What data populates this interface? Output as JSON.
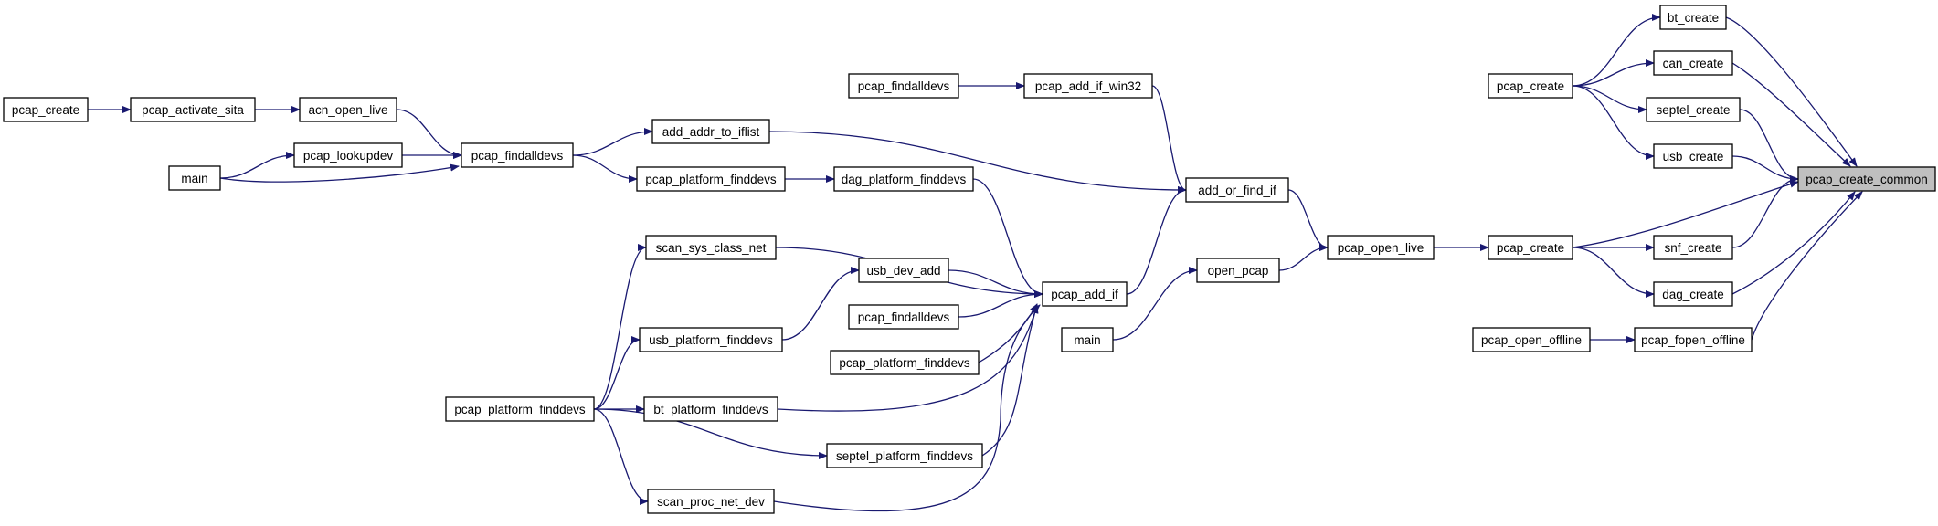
{
  "colors": {
    "edge": "#191970",
    "node_border": "#000000",
    "root_fill": "#bfbfbf",
    "background": "#ffffff"
  },
  "nodes": [
    {
      "id": "pcap_create_common",
      "label": "pcap_create_common",
      "root": true
    },
    {
      "id": "bt_create",
      "label": "bt_create"
    },
    {
      "id": "can_create",
      "label": "can_create"
    },
    {
      "id": "septel_create",
      "label": "septel_create"
    },
    {
      "id": "usb_create",
      "label": "usb_create"
    },
    {
      "id": "snf_create",
      "label": "snf_create"
    },
    {
      "id": "dag_create",
      "label": "dag_create"
    },
    {
      "id": "pcap_fopen_offline",
      "label": "pcap_fopen_offline"
    },
    {
      "id": "pcap_create_top",
      "label": "pcap_create"
    },
    {
      "id": "pcap_create_mid",
      "label": "pcap_create"
    },
    {
      "id": "pcap_open_offline",
      "label": "pcap_open_offline"
    },
    {
      "id": "pcap_open_live",
      "label": "pcap_open_live"
    },
    {
      "id": "add_or_find_if",
      "label": "add_or_find_if"
    },
    {
      "id": "open_pcap",
      "label": "open_pcap"
    },
    {
      "id": "main_center",
      "label": "main"
    },
    {
      "id": "pcap_add_if_win32",
      "label": "pcap_add_if_win32"
    },
    {
      "id": "pcap_findalldevs_top",
      "label": "pcap_findalldevs"
    },
    {
      "id": "pcap_add_if",
      "label": "pcap_add_if"
    },
    {
      "id": "add_addr_to_iflist",
      "label": "add_addr_to_iflist"
    },
    {
      "id": "pcap_platform_finddevs_a",
      "label": "pcap_platform_finddevs"
    },
    {
      "id": "dag_platform_finddevs",
      "label": "dag_platform_finddevs"
    },
    {
      "id": "scan_sys_class_net",
      "label": "scan_sys_class_net"
    },
    {
      "id": "usb_dev_add",
      "label": "usb_dev_add"
    },
    {
      "id": "pcap_findalldevs_c",
      "label": "pcap_findalldevs"
    },
    {
      "id": "usb_platform_finddevs",
      "label": "usb_platform_finddevs"
    },
    {
      "id": "pcap_platform_finddevs_b",
      "label": "pcap_platform_finddevs"
    },
    {
      "id": "bt_platform_finddevs",
      "label": "bt_platform_finddevs"
    },
    {
      "id": "septel_platform_finddevs",
      "label": "septel_platform_finddevs"
    },
    {
      "id": "scan_proc_net_dev",
      "label": "scan_proc_net_dev"
    },
    {
      "id": "pcap_platform_finddevs_left",
      "label": "pcap_platform_finddevs"
    },
    {
      "id": "pcap_findalldevs_left",
      "label": "pcap_findalldevs"
    },
    {
      "id": "acn_open_live",
      "label": "acn_open_live"
    },
    {
      "id": "pcap_lookupdev",
      "label": "pcap_lookupdev"
    },
    {
      "id": "main_left",
      "label": "main"
    },
    {
      "id": "pcap_activate_sita",
      "label": "pcap_activate_sita"
    },
    {
      "id": "pcap_create_left",
      "label": "pcap_create"
    }
  ],
  "edges": [
    [
      "pcap_create_left",
      "pcap_activate_sita"
    ],
    [
      "pcap_activate_sita",
      "acn_open_live"
    ],
    [
      "acn_open_live",
      "pcap_findalldevs_left"
    ],
    [
      "pcap_lookupdev",
      "pcap_findalldevs_left"
    ],
    [
      "main_left",
      "pcap_lookupdev"
    ],
    [
      "main_left",
      "pcap_findalldevs_left"
    ],
    [
      "pcap_findalldevs_left",
      "add_addr_to_iflist"
    ],
    [
      "pcap_findalldevs_left",
      "pcap_platform_finddevs_a"
    ],
    [
      "pcap_platform_finddevs_a",
      "dag_platform_finddevs"
    ],
    [
      "pcap_findalldevs_top",
      "pcap_add_if_win32"
    ],
    [
      "pcap_add_if_win32",
      "add_or_find_if"
    ],
    [
      "add_addr_to_iflist",
      "add_or_find_if"
    ],
    [
      "pcap_add_if",
      "add_or_find_if"
    ],
    [
      "dag_platform_finddevs",
      "pcap_add_if"
    ],
    [
      "scan_sys_class_net",
      "pcap_add_if"
    ],
    [
      "usb_dev_add",
      "pcap_add_if"
    ],
    [
      "pcap_findalldevs_c",
      "pcap_add_if"
    ],
    [
      "pcap_platform_finddevs_b",
      "pcap_add_if"
    ],
    [
      "bt_platform_finddevs",
      "pcap_add_if"
    ],
    [
      "septel_platform_finddevs",
      "pcap_add_if"
    ],
    [
      "scan_proc_net_dev",
      "pcap_add_if"
    ],
    [
      "usb_platform_finddevs",
      "usb_dev_add"
    ],
    [
      "pcap_platform_finddevs_left",
      "scan_sys_class_net"
    ],
    [
      "pcap_platform_finddevs_left",
      "usb_platform_finddevs"
    ],
    [
      "pcap_platform_finddevs_left",
      "bt_platform_finddevs"
    ],
    [
      "pcap_platform_finddevs_left",
      "septel_platform_finddevs"
    ],
    [
      "pcap_platform_finddevs_left",
      "scan_proc_net_dev"
    ],
    [
      "add_or_find_if",
      "pcap_open_live"
    ],
    [
      "main_center",
      "open_pcap"
    ],
    [
      "open_pcap",
      "pcap_open_live"
    ],
    [
      "pcap_open_live",
      "pcap_create_mid"
    ],
    [
      "pcap_create_top",
      "bt_create"
    ],
    [
      "pcap_create_top",
      "can_create"
    ],
    [
      "pcap_create_top",
      "septel_create"
    ],
    [
      "pcap_create_top",
      "usb_create"
    ],
    [
      "pcap_create_mid",
      "snf_create"
    ],
    [
      "pcap_create_mid",
      "dag_create"
    ],
    [
      "pcap_create_mid",
      "pcap_create_common"
    ],
    [
      "pcap_open_offline",
      "pcap_fopen_offline"
    ],
    [
      "bt_create",
      "pcap_create_common"
    ],
    [
      "can_create",
      "pcap_create_common"
    ],
    [
      "septel_create",
      "pcap_create_common"
    ],
    [
      "usb_create",
      "pcap_create_common"
    ],
    [
      "snf_create",
      "pcap_create_common"
    ],
    [
      "dag_create",
      "pcap_create_common"
    ],
    [
      "pcap_fopen_offline",
      "pcap_create_common"
    ]
  ]
}
